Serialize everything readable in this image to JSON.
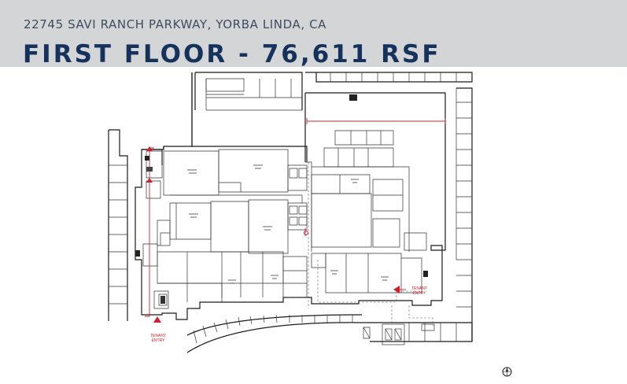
{
  "header": {
    "address": "22745 SAVI RANCH PARKWAY, YORBA LINDA, CA",
    "floor_title": "FIRST FLOOR - 76,611 RSF"
  },
  "entries": {
    "left_label": "TENANT\nENTRY",
    "right_label": "TENANT\nENTRY"
  },
  "colors": {
    "header_band": "#d4d5d6",
    "title": "#14325c",
    "address": "#3e4d5e",
    "accent_red": "#d0202e"
  },
  "icons": {
    "compass": "north-arrow-icon"
  }
}
